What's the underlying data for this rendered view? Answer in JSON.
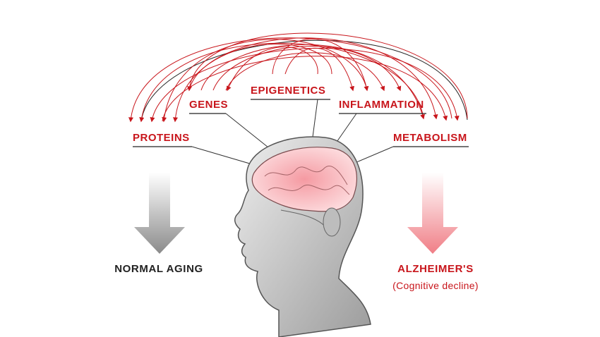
{
  "factors": {
    "proteins": "PROTEINS",
    "genes": "GENES",
    "epigenetics": "EPIGENETICS",
    "inflammation": "INFLAMMATION",
    "metabolism": "METABOLISM"
  },
  "outcomes": {
    "normal": "NORMAL AGING",
    "alzheimers": "ALZHEIMER'S",
    "alzheimers_sub": "(Cognitive decline)"
  },
  "colors": {
    "accent": "#c8151b",
    "ink": "#222222",
    "brain": "#f4b9be",
    "skin": "#d9d9d9"
  }
}
